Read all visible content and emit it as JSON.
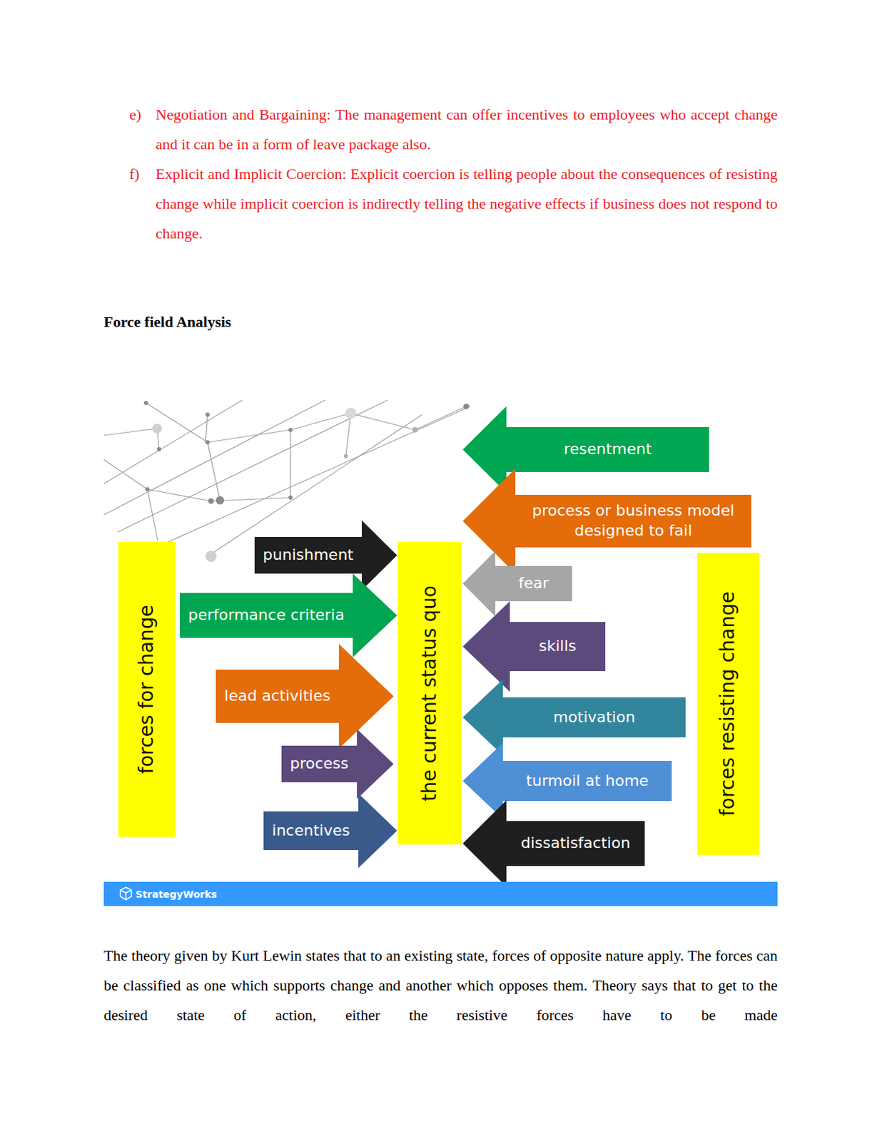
{
  "diagram": {
    "title": "Force field Analysis",
    "nodes": [
      {
        "text": [
          "forces for change"
        ]
      },
      {
        "text": [
          "punishment"
        ]
      },
      {
        "text": [
          "performance criteria"
        ]
      },
      {
        "text": [
          "lead activities"
        ]
      },
      {
        "text": [
          "process"
        ]
      },
      {
        "text": [
          "incentives"
        ]
      },
      {
        "text": [
          "the current status quo"
        ]
      },
      {
        "text": [
          "resentment"
        ]
      },
      {
        "text": [
          "process or business model designed to fail"
        ]
      },
      {
        "text": [
          "fear"
        ]
      },
      {
        "text": [
          "skills"
        ]
      },
      {
        "text": [
          "motivation"
        ]
      },
      {
        "text": [
          "turmoil at home"
        ]
      },
      {
        "text": [
          "dissatisfaction"
        ]
      },
      {
        "text": [
          "forces resisting change"
        ]
      },
      {
        "text": [
          "StrategyWorks"
        ]
      }
    ],
    "labels": [
      "e)",
      "Negotiation and Bargaining: The management can offer incentives to employees who accept change and it can be in a form of leave package also.",
      "f)",
      "Explicit and Implicit Coercion: Explicit coercion is telling people about the consequences of resisting change while implicit coercion is indirectly telling the negative effects if business does not respond to change.",
      "The theory given by Kurt Lewin states that to an existing state, forces of opposite nature apply. The forces can be classified as one which supports change and another which opposes them. Theory says that to get to the desired state of action, either the resistive forces have to be made"
    ]
  }
}
